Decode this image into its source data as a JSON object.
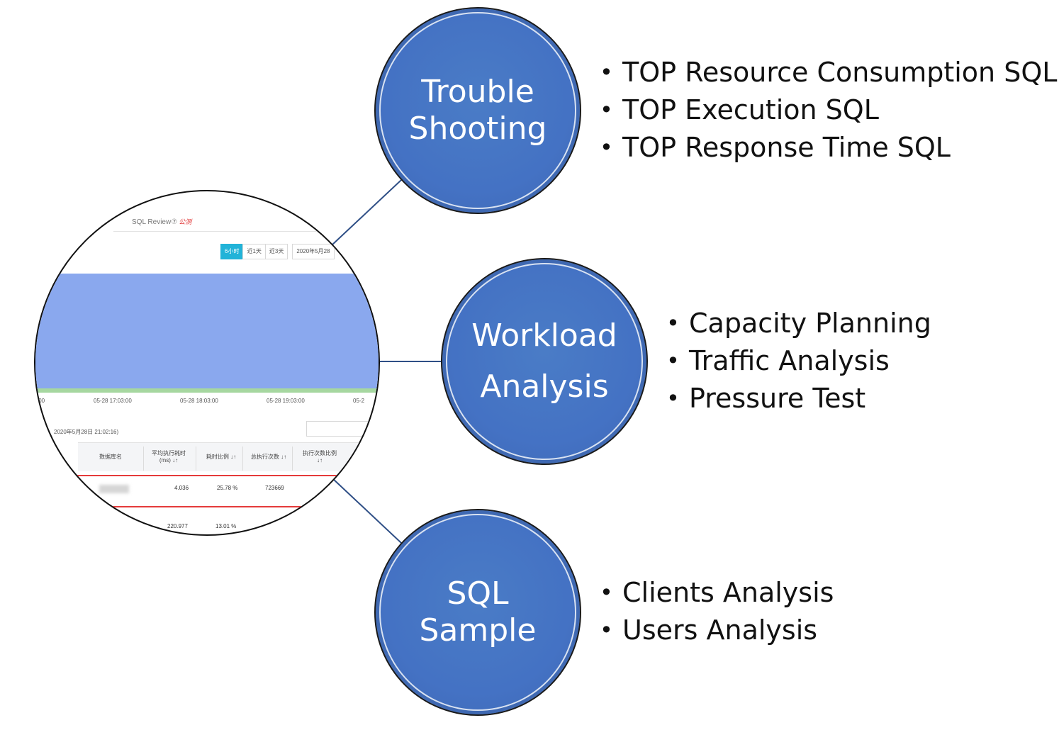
{
  "nodes": {
    "trouble": {
      "label": "Trouble\nShooting"
    },
    "workload": {
      "label": "Workload\nAnalysis"
    },
    "sample": {
      "label": "SQL\nSample"
    }
  },
  "bullets": {
    "trouble": [
      "TOP Resource Consumption SQL",
      "TOP Execution SQL",
      "TOP Response Time SQL"
    ],
    "workload": [
      "Capacity Planning",
      "Traffic Analysis",
      "Pressure Test"
    ],
    "sample": [
      "Clients Analysis",
      "Users Analysis"
    ]
  },
  "screenshot": {
    "title": "SQL Review",
    "title_icon": "help-circle-icon",
    "title_tag": "公测",
    "range_buttons": [
      "6小时",
      "近1天",
      "近3天"
    ],
    "date_button": "2020年5月28",
    "x_ticks": [
      ":00",
      "05-28 17:03:00",
      "05-28 18:03:00",
      "05-28 19:03:00",
      "05-2"
    ],
    "timestamp": "2020年5月28日 21:02:16)",
    "columns": [
      "数据库名",
      "平均执行耗时\n(ms) ↓↑",
      "耗时比例 ↓↑",
      "总执行次数 ↓↑",
      "执行次数比例\n↓↑"
    ],
    "rows": [
      [
        "",
        "4.036",
        "25.78 %",
        "723669"
      ],
      [
        "",
        "220.977",
        "13.01 %",
        ""
      ]
    ]
  },
  "colors": {
    "node_fill": "#4472c4",
    "connector": "#2f4f86",
    "chart_area": "#8aa8ee",
    "chart_baseline": "#a6d7a0",
    "active_button": "#21b3d8",
    "highlight_row": "#e53b3b"
  }
}
